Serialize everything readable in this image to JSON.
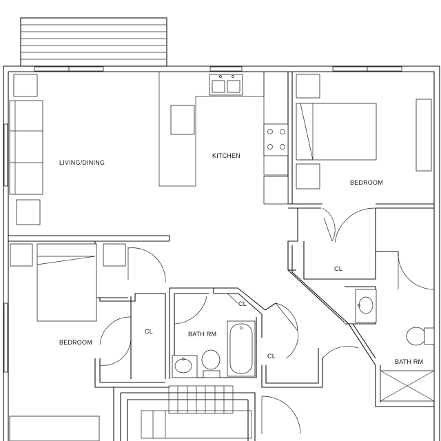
{
  "rooms": {
    "living_dining": "LIVING/DINING",
    "kitchen": "KITCHEN",
    "bedroom_right": "BEDROOM",
    "bedroom_left": "BEDROOM",
    "closet_right": "CL",
    "closet_hall": "CL",
    "closet_left": "CL",
    "closet_bath": "CL",
    "bath_center": "BATH RM",
    "bath_right": "BATH RM"
  }
}
